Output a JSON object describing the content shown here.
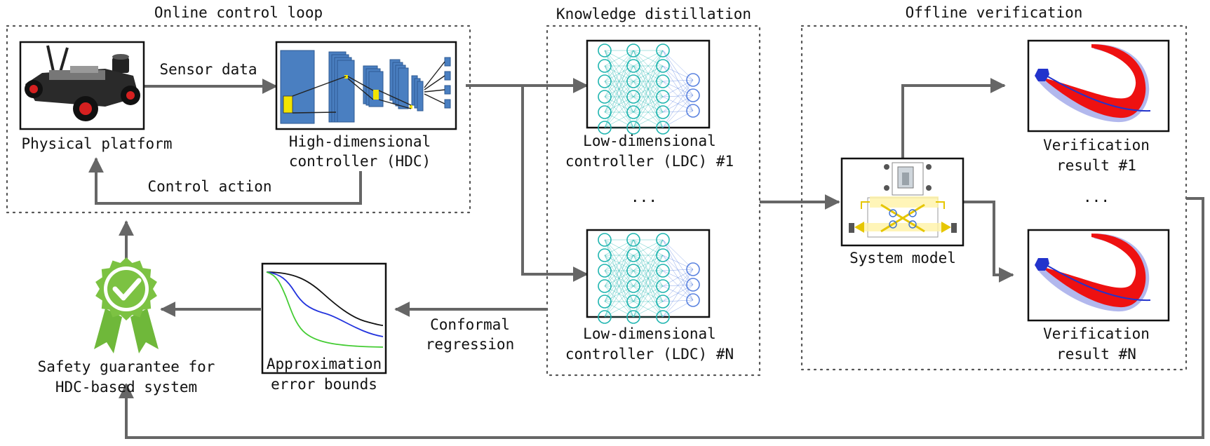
{
  "sections": {
    "online": "Online control loop",
    "distillation": "Knowledge distillation",
    "offline": "Offline verification"
  },
  "online_loop": {
    "platform_label": "Physical platform",
    "sensor_label": "Sensor data",
    "hdc_label_line1": "High-dimensional",
    "hdc_label_line2": "controller (HDC)",
    "action_label": "Control action"
  },
  "distillation": {
    "ldc1_line1": "Low-dimensional",
    "ldc1_line2": "controller (LDC) #1",
    "ellipsis": "...",
    "ldcN_line1": "Low-dimensional",
    "ldcN_line2": "controller (LDC) #N"
  },
  "verification": {
    "model_label": "System model",
    "result1_line1": "Verification",
    "result1_line2": "result #1",
    "ellipsis": "...",
    "resultN_line1": "Verification",
    "resultN_line2": "result #N"
  },
  "bottom": {
    "regression_line1": "Conformal",
    "regression_line2": "regression",
    "bounds_line1": "Approximation",
    "bounds_line2": "error bounds",
    "safety_line1": "Safety guarantee for",
    "safety_line2": "HDC-based system"
  },
  "colors": {
    "arrow": "#666666",
    "neuron": "#20b5b0",
    "neuron_output": "#5b83e0",
    "cnn_block": "#4a7fc1",
    "badge_green": "#7cc242",
    "reach_red": "#ee1111",
    "reach_blue": "#2233cc",
    "bound_black": "#111111",
    "bound_blue": "#2233dd",
    "bound_green": "#44cc33"
  },
  "icons": {
    "platform_photo": "robot-car-icon",
    "hdc_diagram": "cnn-icon",
    "ldc_diagram": "neural-network-icon",
    "model_diagram": "system-schematic-icon",
    "result_plot": "reachable-set-icon",
    "bounds_plot": "error-bound-plot-icon",
    "safety_badge": "checkmark-badge-icon"
  }
}
